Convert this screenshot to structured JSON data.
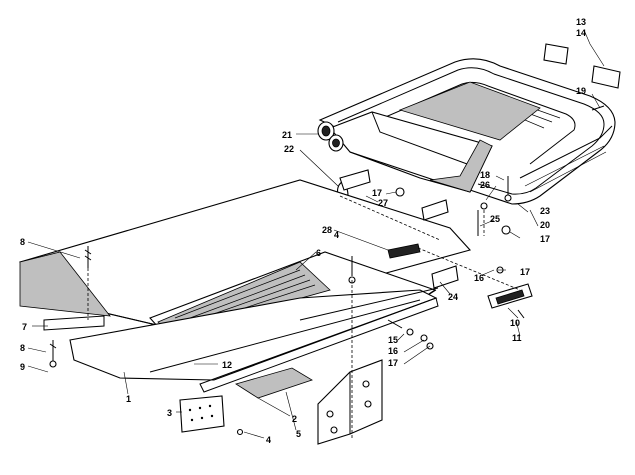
{
  "callouts": [
    {
      "id": "c1",
      "label": "1"
    },
    {
      "id": "c2",
      "label": "2"
    },
    {
      "id": "c3",
      "label": "3"
    },
    {
      "id": "c4a",
      "label": "4"
    },
    {
      "id": "c4b",
      "label": "4"
    },
    {
      "id": "c5",
      "label": "5"
    },
    {
      "id": "c6",
      "label": "6"
    },
    {
      "id": "c7",
      "label": "7"
    },
    {
      "id": "c8a",
      "label": "8"
    },
    {
      "id": "c8b",
      "label": "8"
    },
    {
      "id": "c9",
      "label": "9"
    },
    {
      "id": "c10",
      "label": "10"
    },
    {
      "id": "c11",
      "label": "11"
    },
    {
      "id": "c12",
      "label": "12"
    },
    {
      "id": "c13",
      "label": "13"
    },
    {
      "id": "c14",
      "label": "14"
    },
    {
      "id": "c15",
      "label": "15"
    },
    {
      "id": "c16a",
      "label": "16"
    },
    {
      "id": "c16b",
      "label": "16"
    },
    {
      "id": "c17a",
      "label": "17"
    },
    {
      "id": "c17b",
      "label": "17"
    },
    {
      "id": "c17c",
      "label": "17"
    },
    {
      "id": "c17d",
      "label": "17"
    },
    {
      "id": "c18",
      "label": "18"
    },
    {
      "id": "c19",
      "label": "19"
    },
    {
      "id": "c20",
      "label": "20"
    },
    {
      "id": "c21",
      "label": "21"
    },
    {
      "id": "c22",
      "label": "22"
    },
    {
      "id": "c23",
      "label": "23"
    },
    {
      "id": "c24",
      "label": "24"
    },
    {
      "id": "c25",
      "label": "25"
    },
    {
      "id": "c26",
      "label": "26"
    },
    {
      "id": "c27",
      "label": "27"
    },
    {
      "id": "c28",
      "label": "28"
    }
  ]
}
